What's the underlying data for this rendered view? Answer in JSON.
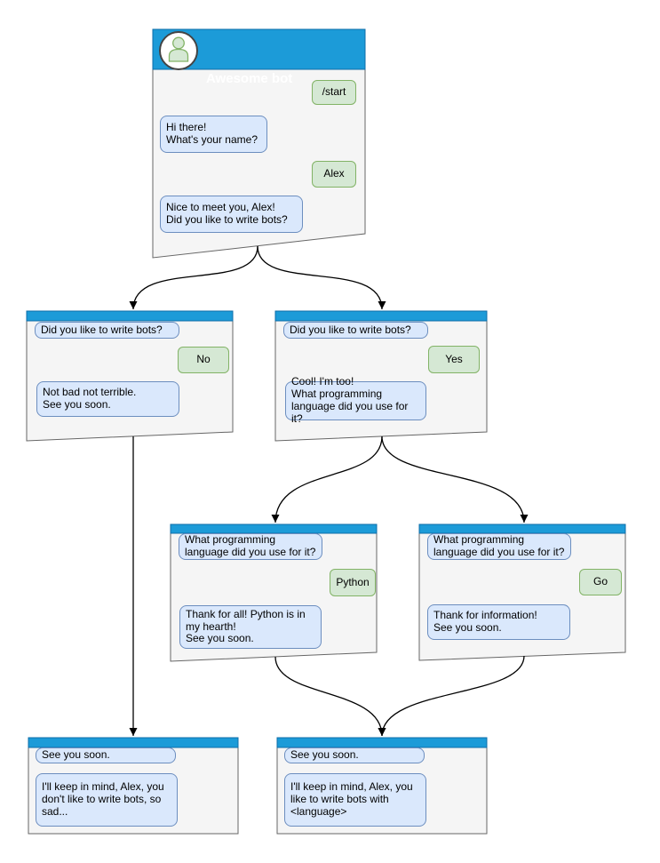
{
  "colors": {
    "accent": "#1C9BD8",
    "accent_border": "#0E6DA8",
    "window_bg": "#F5F5F5",
    "window_border": "#666666",
    "bubble_bot": "#DAE8FC",
    "bubble_bot_border": "#6C8EBF",
    "bubble_user": "#D5E8D4",
    "bubble_user_border": "#82B366"
  },
  "windows": {
    "main": {
      "title": "Awesome bot",
      "avatar_icon": "person-icon",
      "messages": [
        {
          "from": "user",
          "text": "/start"
        },
        {
          "from": "bot",
          "text": "Hi there!\nWhat's your name?"
        },
        {
          "from": "user",
          "text": "Alex"
        },
        {
          "from": "bot",
          "text": "Nice to meet you, Alex!\nDid you like to write bots?"
        }
      ]
    },
    "no_branch": {
      "messages": [
        {
          "from": "bot",
          "text": "Did you like to write bots?"
        },
        {
          "from": "user",
          "text": "No"
        },
        {
          "from": "bot",
          "text": "Not bad not terrible.\nSee you soon."
        }
      ]
    },
    "yes_branch": {
      "messages": [
        {
          "from": "bot",
          "text": "Did you like to write bots?"
        },
        {
          "from": "user",
          "text": "Yes"
        },
        {
          "from": "bot",
          "text": "Cool! I'm too!\nWhat programming\nlanguage did you use for it?"
        }
      ]
    },
    "python_branch": {
      "messages": [
        {
          "from": "bot",
          "text": "What programming\nlanguage did you use for it?"
        },
        {
          "from": "user",
          "text": "Python"
        },
        {
          "from": "bot",
          "text": "Thank for all! Python is in\nmy hearth!\nSee you soon."
        }
      ]
    },
    "go_branch": {
      "messages": [
        {
          "from": "bot",
          "text": "What programming\nlanguage did you use for it?"
        },
        {
          "from": "user",
          "text": "Go"
        },
        {
          "from": "bot",
          "text": "Thank for information!\nSee you soon."
        }
      ]
    },
    "end_no": {
      "messages": [
        {
          "from": "bot",
          "text": "See you soon."
        },
        {
          "from": "bot",
          "text": "I'll keep in mind, Alex, you\ndon't like to write bots, so\nsad..."
        }
      ]
    },
    "end_yes": {
      "messages": [
        {
          "from": "bot",
          "text": "See you soon."
        },
        {
          "from": "bot",
          "text": "I'll keep in mind, Alex, you\nlike to write bots with\n<language>"
        }
      ]
    }
  },
  "edges": [
    {
      "from": "main",
      "to": "no_branch"
    },
    {
      "from": "main",
      "to": "yes_branch"
    },
    {
      "from": "yes_branch",
      "to": "python_branch"
    },
    {
      "from": "yes_branch",
      "to": "go_branch"
    },
    {
      "from": "no_branch",
      "to": "end_no"
    },
    {
      "from": "python_branch",
      "to": "end_yes"
    },
    {
      "from": "go_branch",
      "to": "end_yes"
    }
  ]
}
